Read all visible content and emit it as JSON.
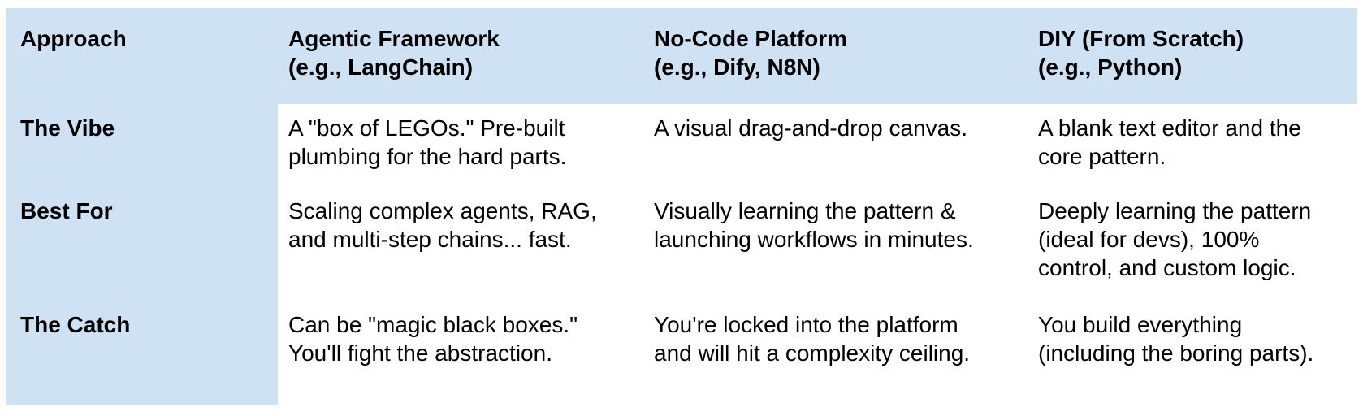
{
  "theme": {
    "accent_color": "#cfe2f3",
    "text_color": "#000000",
    "background_color": "#ffffff"
  },
  "table": {
    "headers": [
      "Approach",
      "Agentic Framework\n(e.g., LangChain)",
      "No-Code Platform\n(e.g., Dify, N8N)",
      "DIY (From Scratch)\n(e.g., Python)"
    ],
    "rows": [
      {
        "label": "The Vibe",
        "cells": [
          "A \"box of LEGOs.\" Pre-built\nplumbing for the hard parts.",
          "A visual drag-and-drop canvas.",
          "A blank text editor and the\ncore pattern."
        ]
      },
      {
        "label": "Best For",
        "cells": [
          "Scaling complex agents, RAG,\nand multi-step chains... fast.",
          "Visually learning the pattern &\nlaunching workflows in minutes.",
          "Deeply learning the pattern\n(ideal for devs), 100%\ncontrol, and custom logic."
        ]
      },
      {
        "label": "The Catch",
        "cells": [
          "Can be \"magic black boxes.\"\nYou'll fight the abstraction.",
          "You're locked into the platform\nand will hit a complexity ceiling.",
          "You build everything\n(including the boring parts)."
        ]
      }
    ]
  }
}
